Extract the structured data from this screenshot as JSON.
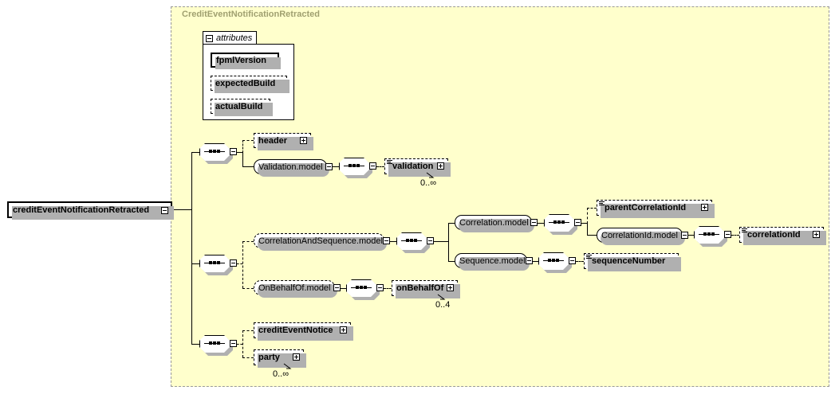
{
  "diagram": {
    "kind": "xsd-schema-diagram",
    "root_element": {
      "label": "creditEventNotificationRetracted",
      "toggle": "minus"
    },
    "complex_type": {
      "title": "CreditEventNotificationRetracted"
    },
    "attributes_group": {
      "label": "attributes",
      "toggle": "minus",
      "items": [
        {
          "label": "fpmlVersion",
          "required": true
        },
        {
          "label": "expectedBuild",
          "required": false
        },
        {
          "label": "actualBuild",
          "required": false
        }
      ]
    },
    "nodes": {
      "header": {
        "label": "header"
      },
      "validation_model": {
        "label": "Validation.model"
      },
      "validation": {
        "label": "validation",
        "occurrence": "0..∞"
      },
      "correlation_and_sequence": {
        "label": "CorrelationAndSequence.model"
      },
      "correlation_model": {
        "label": "Correlation.model"
      },
      "parent_correlation_id": {
        "label": "parentCorrelationId"
      },
      "correlation_id_model": {
        "label": "CorrelationId.model"
      },
      "correlation_id": {
        "label": "correlationId"
      },
      "sequence_model": {
        "label": "Sequence.model"
      },
      "sequence_number": {
        "label": "sequenceNumber"
      },
      "on_behalf_of_model": {
        "label": "OnBehalfOf.model"
      },
      "on_behalf_of": {
        "label": "onBehalfOf",
        "occurrence": "0..4"
      },
      "credit_event_notice": {
        "label": "creditEventNotice"
      },
      "party": {
        "label": "party",
        "occurrence": "0..∞"
      }
    },
    "colors": {
      "panel_background": "#ffffcc",
      "panel_border": "#999999",
      "panel_title_text": "#a0a070",
      "node_background": "#ffffff",
      "node_border": "#000000",
      "shadow": "#b0b0b0"
    }
  }
}
